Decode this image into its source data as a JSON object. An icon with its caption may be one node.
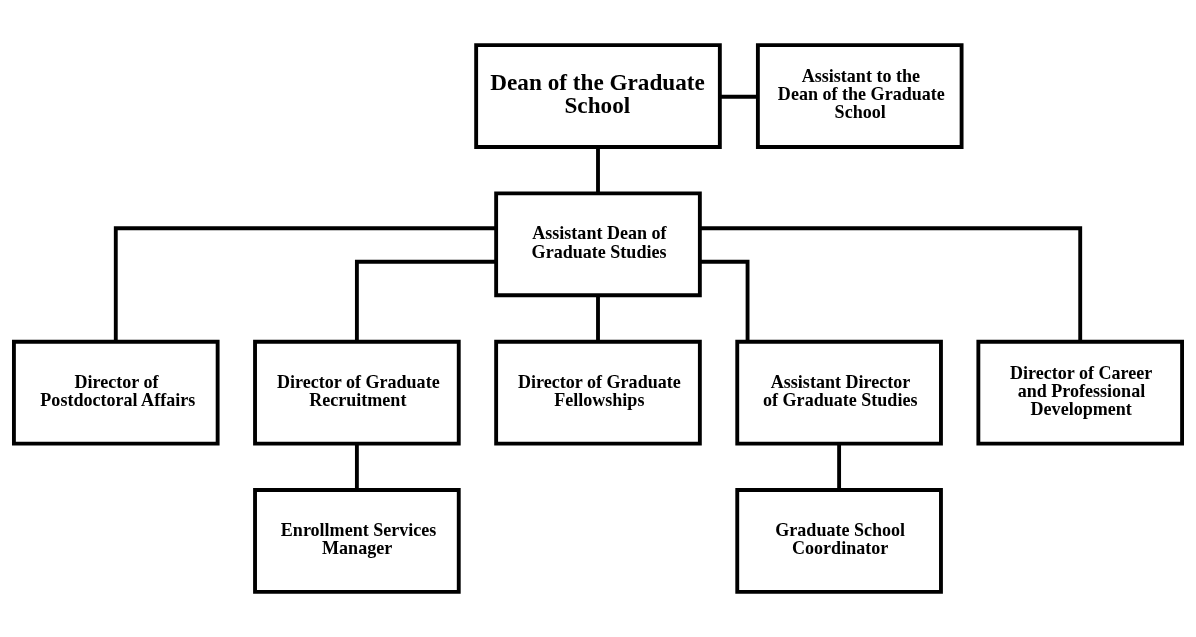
{
  "diagram": {
    "nodes": [
      {
        "text": [
          "Dean of the Graduate School"
        ]
      },
      {
        "text": [
          "Assistant to the Dean of the Graduate School"
        ]
      },
      {
        "text": [
          "Assistant Dean of Graduate Studies"
        ]
      },
      {
        "text": [
          "Director of Postdoctoral Affairs"
        ]
      },
      {
        "text": [
          "Director of Graduate Recruitment"
        ]
      },
      {
        "text": [
          "Director of Graduate Fellowships"
        ]
      },
      {
        "text": [
          "Assistant Director of Graduate Studies"
        ]
      },
      {
        "text": [
          "Director of Career and Professional Development"
        ]
      },
      {
        "text": [
          "Enrollment Services Manager"
        ]
      },
      {
        "text": [
          "Graduate School Coordinator"
        ]
      }
    ],
    "edges": [
      {
        "from": 0,
        "to": 1,
        "arrow": "none"
      },
      {
        "from": 0,
        "to": 2,
        "arrow": "none"
      },
      {
        "from": 2,
        "to": 3,
        "arrow": "none"
      },
      {
        "from": 2,
        "to": 4,
        "arrow": "none"
      },
      {
        "from": 2,
        "to": 5,
        "arrow": "none"
      },
      {
        "from": 2,
        "to": 6,
        "arrow": "none"
      },
      {
        "from": 2,
        "to": 7,
        "arrow": "none"
      },
      {
        "from": 4,
        "to": 8,
        "arrow": "none"
      },
      {
        "from": 6,
        "to": 9,
        "arrow": "none"
      }
    ]
  }
}
